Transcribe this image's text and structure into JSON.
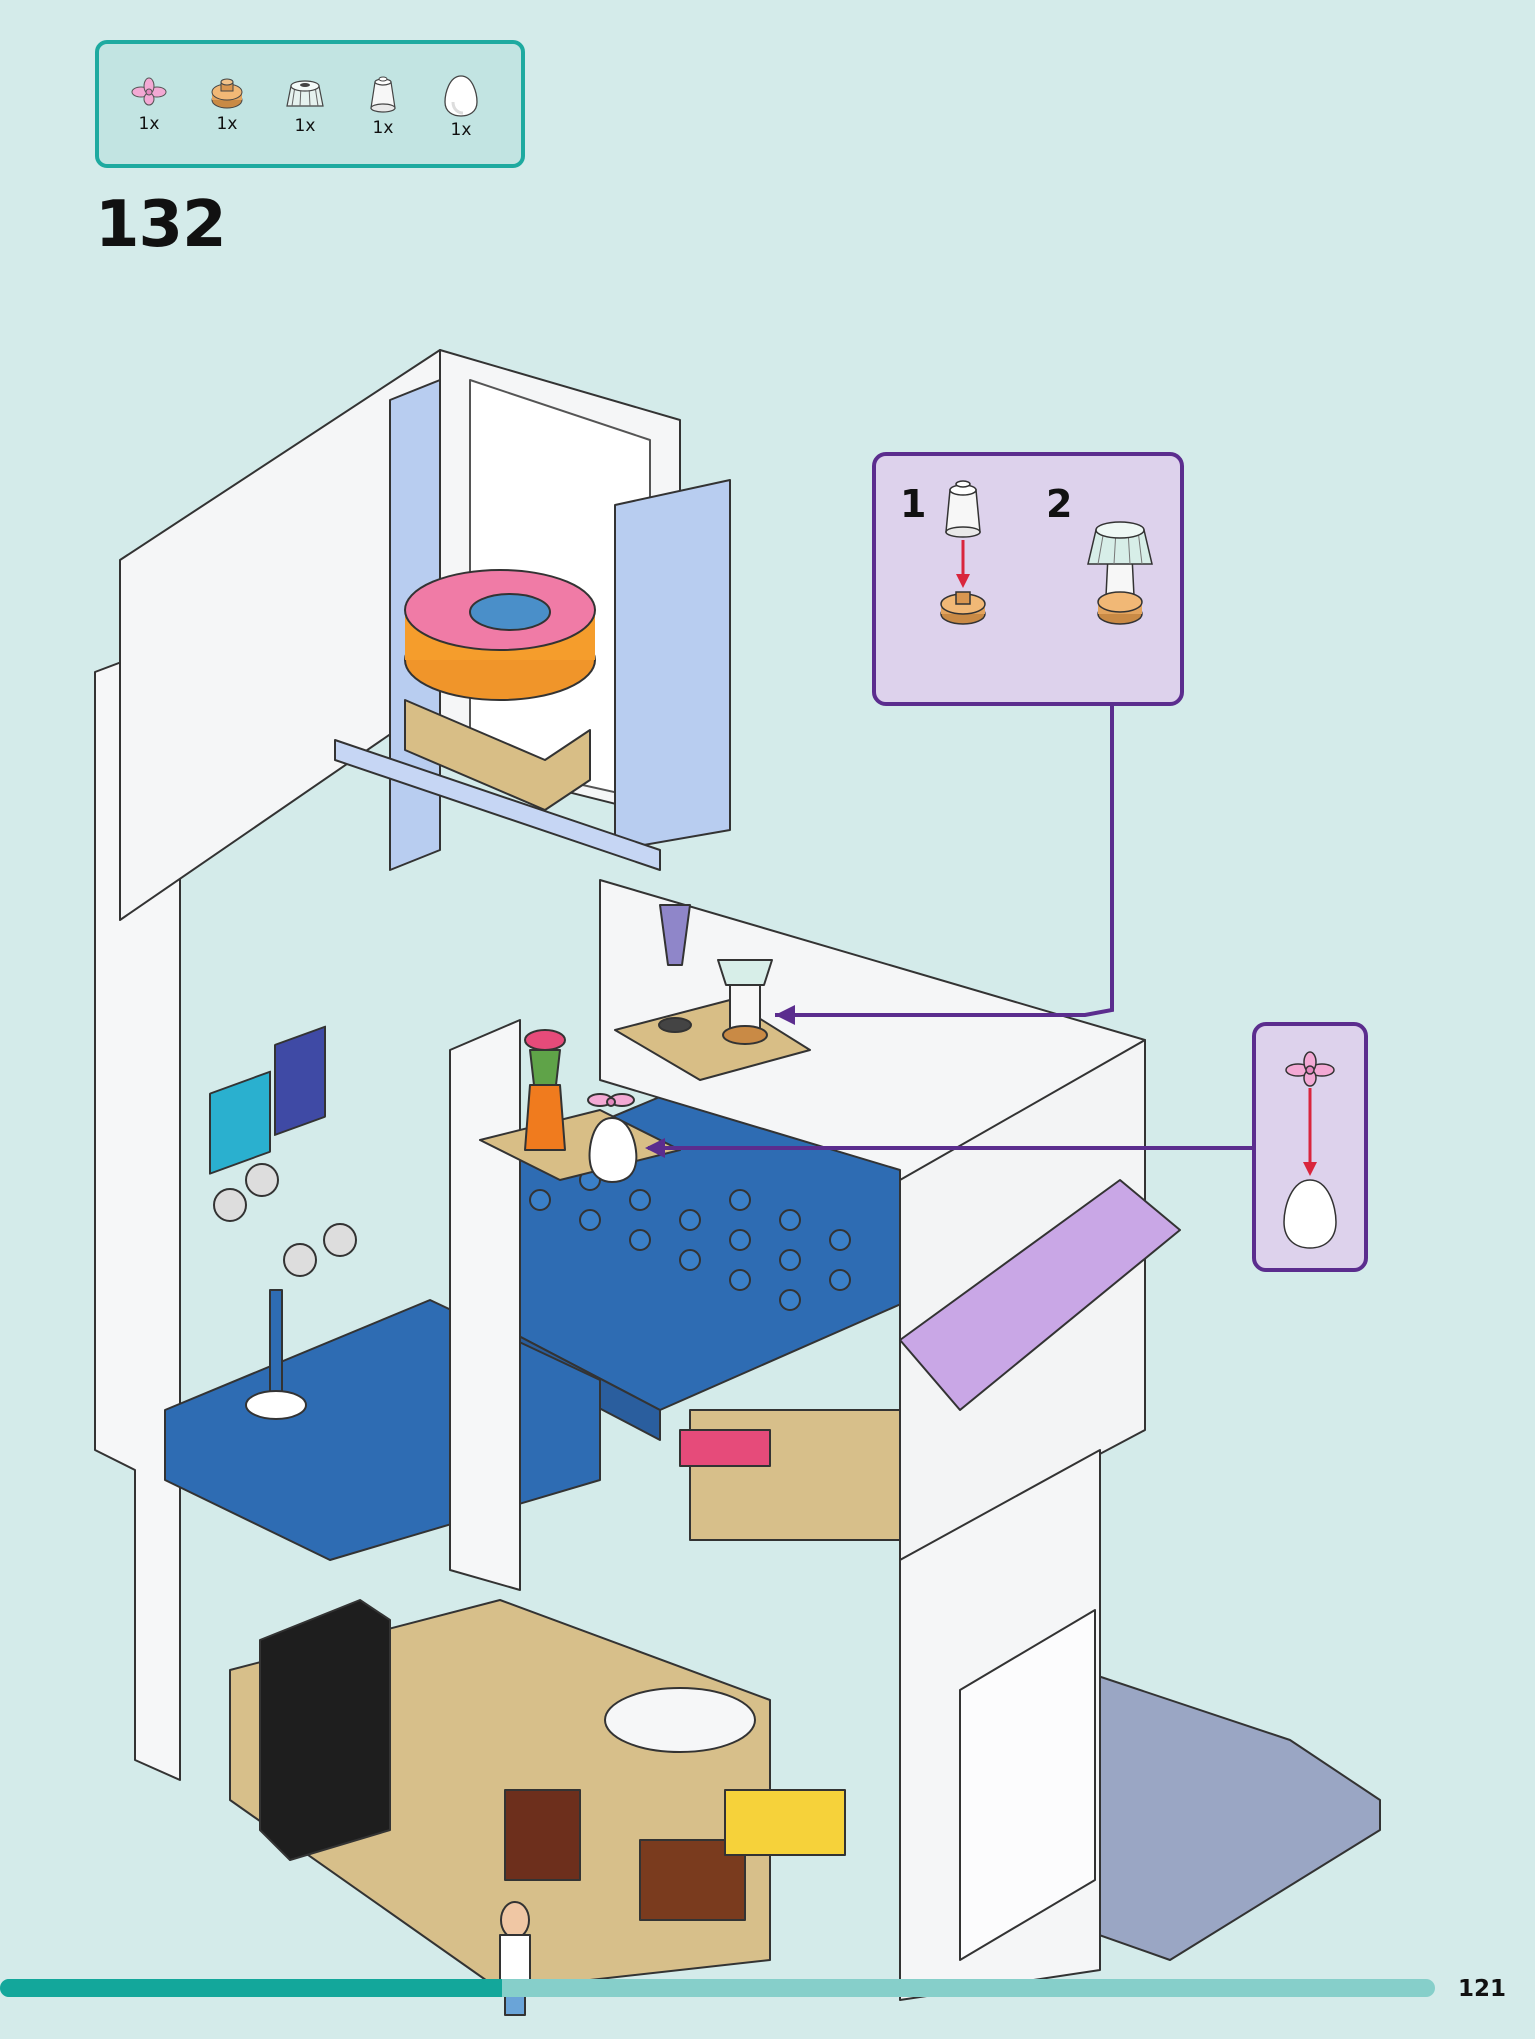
{
  "parts_list": [
    {
      "name": "pink-flower-icon",
      "qty": "1x"
    },
    {
      "name": "tan-round-plate-icon",
      "qty": "1x"
    },
    {
      "name": "lamp-shade-icon",
      "qty": "1x"
    },
    {
      "name": "white-cone-icon",
      "qty": "1x"
    },
    {
      "name": "white-egg-icon",
      "qty": "1x"
    }
  ],
  "step": {
    "number": "132"
  },
  "callouts": {
    "lamp": {
      "sub1": "1",
      "sub2": "2"
    }
  },
  "page": {
    "number": "121",
    "progress": 0.35
  },
  "colors": {
    "background": "#d4ebea",
    "accent_teal": "#1eaaa0",
    "callout_border": "#5b2d8e",
    "callout_fill": "#ddd2ec",
    "arrow_red": "#d9253c"
  }
}
